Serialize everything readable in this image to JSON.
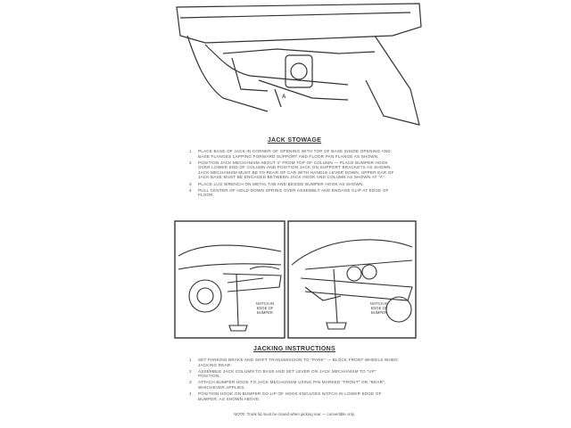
{
  "top_figure": {
    "callout": "A"
  },
  "jack_stowage": {
    "title": "JACK STOWAGE",
    "steps": [
      {
        "num": "1",
        "text": "PLACE BASE OF JACK IN CORNER OF OPENING WITH TOP OF BASE INSIDE OPENING AND BASE FLANGES LAPPING FORWARD SUPPORT AND FLOOR PAN FLANGE AS SHOWN."
      },
      {
        "num": "2",
        "text": "POSITION JACK MECHANISM ABOUT 4\" FROM TOP OF COLUMN — PLACE BUMPER HOOK OVER LOWER END OF COLUMN AND POSITION JACK ON SUPPORT BRACKETS AS SHOWN. JACK MECHANISM MUST BE TO REAR OF CAR WITH HANDLE LEVER DOWN. UPPER EAR OF JACK BASE MUST BE ENGAGED BETWEEN JACK HOOK AND COLUMN AS SHOWN AT \"A\"."
      },
      {
        "num": "3",
        "text": "PLACE LUG WRENCH ON METAL TAB AND BESIDE BUMPER HOOK AS SHOWN."
      },
      {
        "num": "4",
        "text": "PULL CENTER OF HOLD-DOWN SPRING OVER ASSEMBLY AND ENGAGE CLIP AT EDGE OF FLOOR."
      }
    ]
  },
  "figures": {
    "left_label": "NOTCH IN EDGE OF BUMPER",
    "right_label": "NOTCH IN EDGE OF BUMPER"
  },
  "jacking_instructions": {
    "title": "JACKING INSTRUCTIONS",
    "steps": [
      {
        "num": "1",
        "text": "SET PARKING BRAKE AND SHIFT TRANSMISSION TO \"PARK\" — BLOCK FRONT WHEELS WHEN JACKING REAR."
      },
      {
        "num": "2",
        "text": "ASSEMBLE JACK COLUMN TO BASE AND SET LEVER ON JACK MECHANISM TO \"UP\" POSITION."
      },
      {
        "num": "3",
        "text": "ATTACH BUMPER HOOK TO JACK MECHANISM USING PIN MARKED \"FRONT\" OR \"REAR\", WHICHEVER APPLIES."
      },
      {
        "num": "4",
        "text": "POSITION HOOK ON BUMPER SO LIP OF HOOK ENGAGES NOTCH IN LOWER EDGE OF BUMPER, AS SHOWN ABOVE."
      }
    ],
    "note": "NOTE: Trunk lid must be closed when jacking rear — convertible only."
  }
}
